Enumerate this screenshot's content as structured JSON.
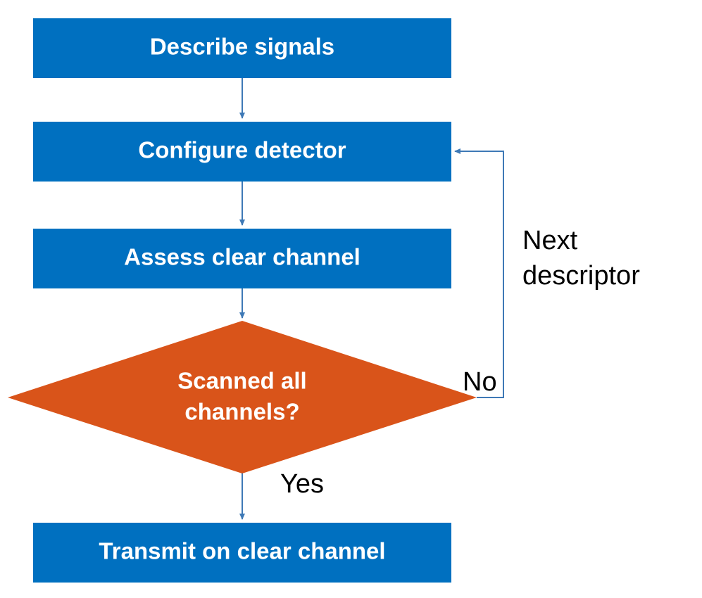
{
  "diagram": {
    "type": "flowchart",
    "steps": [
      {
        "id": "describe",
        "label": "Describe signals"
      },
      {
        "id": "configure",
        "label": "Configure detector"
      },
      {
        "id": "assess",
        "label": "Assess clear channel"
      },
      {
        "id": "transmit",
        "label": "Transmit on clear channel"
      }
    ],
    "decision": {
      "id": "scanned",
      "lines": [
        "Scanned all",
        "channels?"
      ]
    },
    "edges": [
      {
        "from": "describe",
        "to": "configure"
      },
      {
        "from": "configure",
        "to": "assess"
      },
      {
        "from": "assess",
        "to": "scanned"
      },
      {
        "from": "scanned",
        "to": "transmit",
        "label": "Yes"
      },
      {
        "from": "scanned",
        "to": "configure",
        "label": "No"
      }
    ],
    "loop_note": [
      "Next",
      "descriptor"
    ],
    "colors": {
      "step_fill": "#0070C0",
      "decision_fill": "#D9541A",
      "connector": "#3E79B6",
      "step_text": "#ffffff",
      "label_text": "#000000"
    }
  }
}
